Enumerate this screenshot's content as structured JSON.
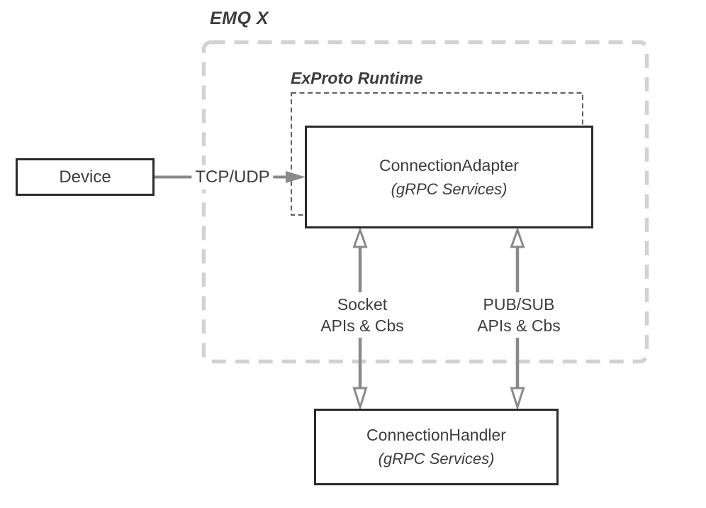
{
  "diagram": {
    "title": "EMQ X",
    "runtime_label": "ExProto Runtime",
    "nodes": {
      "device": {
        "label": "Device"
      },
      "adapter": {
        "title": "ConnectionAdapter",
        "subtitle": "(gRPC Services)"
      },
      "handler": {
        "title": "ConnectionHandler",
        "subtitle": "(gRPC Services)"
      }
    },
    "edges": {
      "tcp_udp": {
        "label": "TCP/UDP"
      },
      "socket": {
        "line1": "Socket",
        "line2": "APIs & Cbs"
      },
      "pubsub": {
        "line1": "PUB/SUB",
        "line2": "APIs & Cbs"
      }
    },
    "colors": {
      "outer_dash": "#d2d2d2",
      "inner_dash": "#4a4a4a",
      "arrow": "#8a8a8a",
      "node_border": "#2b2b2b",
      "text": "#3d3d3d",
      "background": "#ffffff"
    }
  }
}
